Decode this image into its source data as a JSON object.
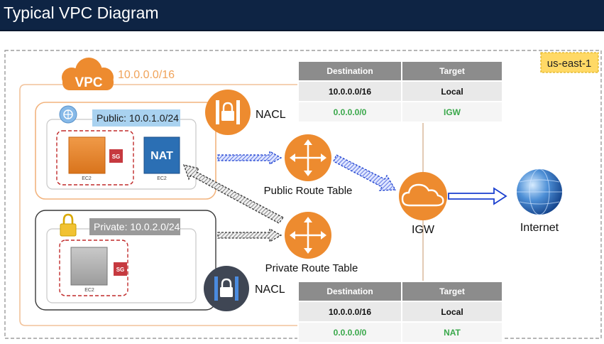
{
  "header": {
    "title": "Typical VPC Diagram"
  },
  "region": {
    "label": "us-east-1"
  },
  "vpc": {
    "badge": "VPC",
    "cidr": "10.0.0.0/16"
  },
  "public_subnet": {
    "label": "Public: 10.0.1.0/24"
  },
  "private_subnet": {
    "label": "Private: 10.0.2.0/24"
  },
  "instances": {
    "public_ec2": "EC2",
    "sg_public": "SG",
    "nat_title": "NAT",
    "nat_sub": "EC2",
    "private_ec2": "EC2",
    "sg_private": "SG"
  },
  "nacl": {
    "public": "NACL",
    "private": "NACL"
  },
  "route_tables": {
    "public_label": "Public Route Table",
    "private_label": "Private Route Table",
    "public": {
      "headers": [
        "Destination",
        "Target"
      ],
      "rows": [
        [
          "10.0.0.0/16",
          "Local"
        ],
        [
          "0.0.0.0/0",
          "IGW"
        ]
      ]
    },
    "private": {
      "headers": [
        "Destination",
        "Target"
      ],
      "rows": [
        [
          "10.0.0.0/16",
          "Local"
        ],
        [
          "0.0.0.0/0",
          "NAT"
        ]
      ]
    }
  },
  "igw": {
    "label": "IGW"
  },
  "internet": {
    "label": "Internet"
  },
  "colors": {
    "header": "#0e2444",
    "orange": "#ed8b2f",
    "blue_arrow": "#1a3fcf",
    "green_text": "#3aa84b",
    "nat_blue": "#2b6fb4",
    "sg_red": "#c6393f"
  }
}
